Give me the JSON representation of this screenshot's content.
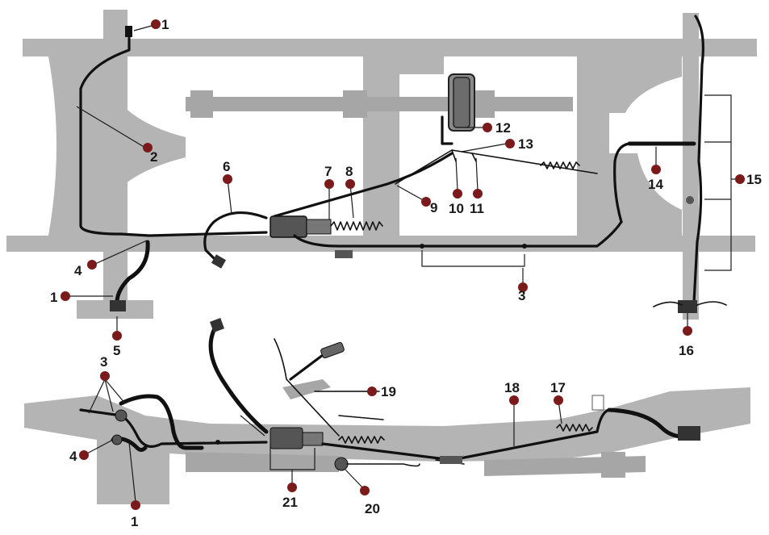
{
  "diagram": {
    "part_callouts": [
      {
        "id": "c1a",
        "label": "1"
      },
      {
        "id": "c2",
        "label": "2"
      },
      {
        "id": "c4a",
        "label": "4"
      },
      {
        "id": "c1b",
        "label": "1"
      },
      {
        "id": "c5",
        "label": "5"
      },
      {
        "id": "c6",
        "label": "6"
      },
      {
        "id": "c7",
        "label": "7"
      },
      {
        "id": "c8",
        "label": "8"
      },
      {
        "id": "c9",
        "label": "9"
      },
      {
        "id": "c10",
        "label": "10"
      },
      {
        "id": "c11",
        "label": "11"
      },
      {
        "id": "c12",
        "label": "12"
      },
      {
        "id": "c13",
        "label": "13"
      },
      {
        "id": "c3a",
        "label": "3"
      },
      {
        "id": "c14",
        "label": "14"
      },
      {
        "id": "c15",
        "label": "15"
      },
      {
        "id": "c16",
        "label": "16"
      },
      {
        "id": "c3b",
        "label": "3"
      },
      {
        "id": "c4b",
        "label": "4"
      },
      {
        "id": "c1c",
        "label": "1"
      },
      {
        "id": "c19",
        "label": "19"
      },
      {
        "id": "c18",
        "label": "18"
      },
      {
        "id": "c17",
        "label": "17"
      },
      {
        "id": "c21",
        "label": "21"
      },
      {
        "id": "c20",
        "label": "20"
      }
    ],
    "colors": {
      "callout_dot": "#7a1a1a",
      "frame": "#b4b4b4",
      "lines": "#111111"
    }
  }
}
